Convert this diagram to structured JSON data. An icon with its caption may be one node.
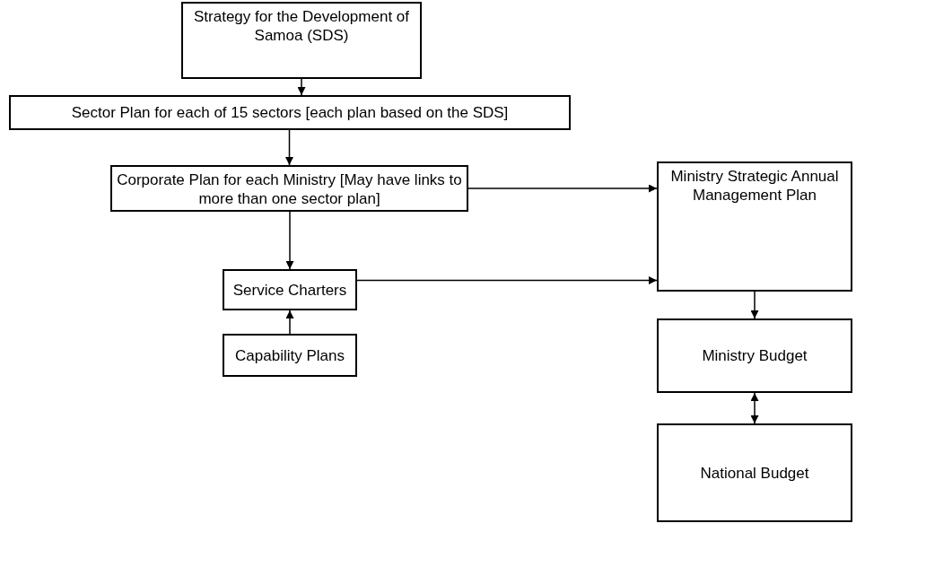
{
  "diagram": {
    "nodes": [
      {
        "text": [
          "Strategy for the Development of Samoa (SDS)"
        ]
      },
      {
        "text": [
          "Sector Plan for each of 15 sectors [each plan based on the SDS]"
        ]
      },
      {
        "text": [
          "Corporate Plan for each Ministry [May have links to more than one sector plan]"
        ]
      },
      {
        "text": [
          "Service Charters"
        ]
      },
      {
        "text": [
          "Capability Plans"
        ]
      },
      {
        "text": [
          "Ministry Strategic Annual Management Plan"
        ]
      },
      {
        "text": [
          "Ministry Budget"
        ]
      },
      {
        "text": [
          "National Budget"
        ]
      }
    ],
    "edges": [
      {
        "from": 0,
        "to": 1,
        "arrow": "to"
      },
      {
        "from": 1,
        "to": 2,
        "arrow": "to"
      },
      {
        "from": 2,
        "to": 5,
        "arrow": "to"
      },
      {
        "from": 2,
        "to": 3,
        "arrow": "to"
      },
      {
        "from": 3,
        "to": 5,
        "arrow": "to"
      },
      {
        "from": 4,
        "to": 3,
        "arrow": "to"
      },
      {
        "from": 5,
        "to": 6,
        "arrow": "to"
      },
      {
        "from": 6,
        "to": 7,
        "arrow": "both"
      }
    ]
  }
}
